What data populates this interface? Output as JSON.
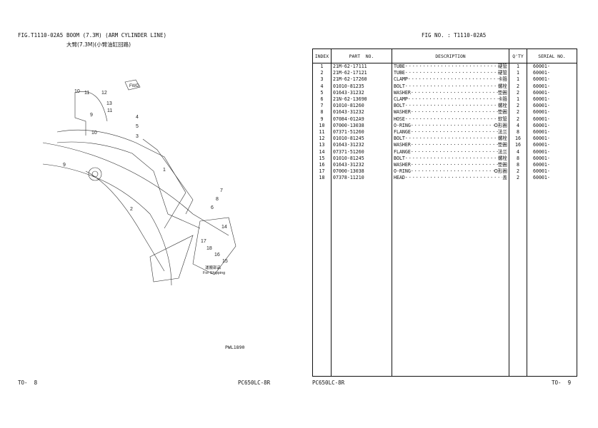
{
  "left_page": {
    "fig_label": "FIG.T1110-02A5",
    "title_en": "BOOM (7.3M) (ARM CYLINDER LINE)",
    "title_cn": "大臂(7.3M)(小臂油缸回路)",
    "drawing_code": "PWL1890",
    "shipping_cn": "運搬部品",
    "shipping_en": "For Shipping",
    "fwd": "FWD",
    "callouts": [
      "10",
      "11",
      "12",
      "13",
      "11",
      "10",
      "9",
      "4",
      "5",
      "3",
      "9",
      "1",
      "2",
      "7",
      "8",
      "6",
      "14",
      "17",
      "18",
      "16",
      "15"
    ],
    "page_number": "TO-  8",
    "model": "PC650LC-8R"
  },
  "right_page": {
    "fig_no": "FIG NO. : T1110-02A5",
    "headers": {
      "index": "INDEX",
      "part_no": "PART  NO.",
      "description": "DESCRIPTION",
      "qty": "Q'TY",
      "serial": "SERIAL NO."
    },
    "rows": [
      {
        "index": "1",
        "part": "21M-62-17111",
        "en": "TUBE",
        "cn": "硬管",
        "qty": "1",
        "serial": "60001-"
      },
      {
        "index": "2",
        "part": "21M-62-17121",
        "en": "TUBE",
        "cn": "硬管",
        "qty": "1",
        "serial": "60001-"
      },
      {
        "index": "3",
        "part": "21M-62-17260",
        "en": "CLAMP",
        "cn": "卡箍",
        "qty": "1",
        "serial": "60001-"
      },
      {
        "index": "4",
        "part": "01010-81235",
        "en": "BOLT",
        "cn": "螺栓",
        "qty": "2",
        "serial": "60001-"
      },
      {
        "index": "5",
        "part": "01643-31232",
        "en": "WASHER",
        "cn": "垫圈",
        "qty": "2",
        "serial": "60001-"
      },
      {
        "index": "6",
        "part": "21N-62-13690",
        "en": "CLAMP",
        "cn": "卡箍",
        "qty": "1",
        "serial": "60001-"
      },
      {
        "index": "7",
        "part": "01010-81260",
        "en": "BOLT",
        "cn": "螺栓",
        "qty": "2",
        "serial": "60001-"
      },
      {
        "index": "8",
        "part": "01643-31232",
        "en": "WASHER",
        "cn": "垫圈",
        "qty": "2",
        "serial": "60001-"
      },
      {
        "index": "9",
        "part": "07084-012A9",
        "en": "HOSE",
        "cn": "软管",
        "qty": "2",
        "serial": "60001-"
      },
      {
        "index": "10",
        "part": "07000-13038",
        "en": "O-RING",
        "cn": "O形圈",
        "qty": "4",
        "serial": "60001-"
      },
      {
        "index": "11",
        "part": "07371-51260",
        "en": "FLANGE",
        "cn": "法兰",
        "qty": "8",
        "serial": "60001-"
      },
      {
        "index": "12",
        "part": "01010-81245",
        "en": "BOLT",
        "cn": "螺栓",
        "qty": "16",
        "serial": "60001-"
      },
      {
        "index": "13",
        "part": "01643-31232",
        "en": "WASHER",
        "cn": "垫圈",
        "qty": "16",
        "serial": "60001-"
      },
      {
        "index": "14",
        "part": "07371-51260",
        "en": "FLANGE",
        "cn": "法兰",
        "qty": "4",
        "serial": "60001-"
      },
      {
        "index": "15",
        "part": "01010-81245",
        "en": "BOLT",
        "cn": "螺栓",
        "qty": "8",
        "serial": "60001-"
      },
      {
        "index": "16",
        "part": "01643-31232",
        "en": "WASHER",
        "cn": "垫圈",
        "qty": "8",
        "serial": "60001-"
      },
      {
        "index": "17",
        "part": "07000-13038",
        "en": "O-RING",
        "cn": "O形圈",
        "qty": "2",
        "serial": "60001-"
      },
      {
        "index": "18",
        "part": "07378-11210",
        "en": "HEAD",
        "cn": "盖",
        "qty": "2",
        "serial": "60001-"
      }
    ],
    "model": "PC650LC-8R",
    "page_number": "TO-  9"
  }
}
